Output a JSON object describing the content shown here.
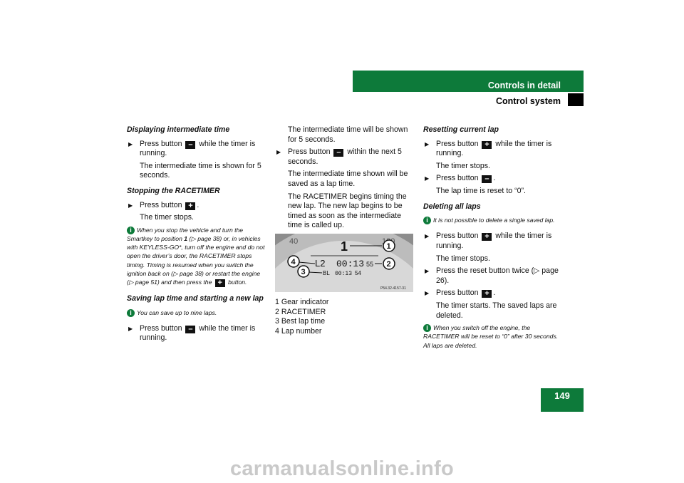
{
  "header": {
    "title": "Controls in detail",
    "subtitle": "Control system"
  },
  "page_number": "149",
  "watermark": "carmanualsonline.info",
  "col1": {
    "h1": "Displaying intermediate time",
    "s1_a": "Press button ",
    "s1_key": "–",
    "s1_b": " while the timer is running.",
    "s1_sub": "The intermediate time is shown for 5 seconds.",
    "h2": "Stopping the RACETIMER",
    "s2_a": "Press button ",
    "s2_key": "+",
    "s2_b": ".",
    "s2_sub": "The timer stops.",
    "info1_a": "When you stop the vehicle and turn the Smartkey to position ",
    "info1_pos": "1",
    "info1_b": " (▷ page 38) or, in vehicles with KEYLESS-GO*, turn off the engine and do not open the driver’s door, the RACETIMER stops timing. Timing is resumed when you switch the ignition back on (▷ page 38) or restart the engine (▷ page 51) and then press the ",
    "info1_key": "+",
    "info1_c": " button.",
    "h3": "Saving lap time and starting a new lap",
    "info2": "You can save up to nine laps.",
    "s3_a": "Press button ",
    "s3_key": "–",
    "s3_b": " while the timer is running."
  },
  "col2": {
    "p1": "The intermediate time will be shown for 5 seconds.",
    "s1_a": "Press button ",
    "s1_key": "–",
    "s1_b": " within the next 5 seconds.",
    "p2": "The intermediate time shown will be saved as a lap time.",
    "p3": "The RACETIMER begins timing the new lap. The new lap begins to be timed as soon as the intermediate time is called up.",
    "figure": {
      "gear": "1",
      "lap": "L2",
      "time": "00:13",
      "time_small": "55",
      "bl_label": "BL",
      "bl_time": "00:13",
      "bl_small": "54",
      "code": "P54.32-4157-31",
      "dial_40": "40",
      "dial_120": "120",
      "callouts": [
        "1",
        "2",
        "3",
        "4"
      ]
    },
    "legend": [
      {
        "num": "1",
        "label": "Gear indicator"
      },
      {
        "num": "2",
        "label": "RACETIMER"
      },
      {
        "num": "3",
        "label": "Best lap time"
      },
      {
        "num": "4",
        "label": "Lap number"
      }
    ]
  },
  "col3": {
    "h1": "Resetting current lap",
    "s1_a": "Press button ",
    "s1_key": "+",
    "s1_b": " while the timer is running.",
    "s1_sub": "The timer stops.",
    "s2_a": "Press button ",
    "s2_key": "–",
    "s2_b": ".",
    "s2_sub": "The lap time is reset to “0”.",
    "h2": "Deleting all laps",
    "info1": "It is not possible to delete a single saved lap.",
    "s3_a": "Press button ",
    "s3_key": "+",
    "s3_b": " while the timer is running.",
    "s3_sub": "The timer stops.",
    "s4": "Press the reset button twice (▷ page 26).",
    "s5_a": "Press button ",
    "s5_key": "+",
    "s5_b": ".",
    "s5_sub": "The timer starts. The saved laps are deleted.",
    "info2": "When you switch off the engine, the RACETIMER will be reset to “0” after 30 seconds. All laps are deleted."
  },
  "info_icon": "i"
}
